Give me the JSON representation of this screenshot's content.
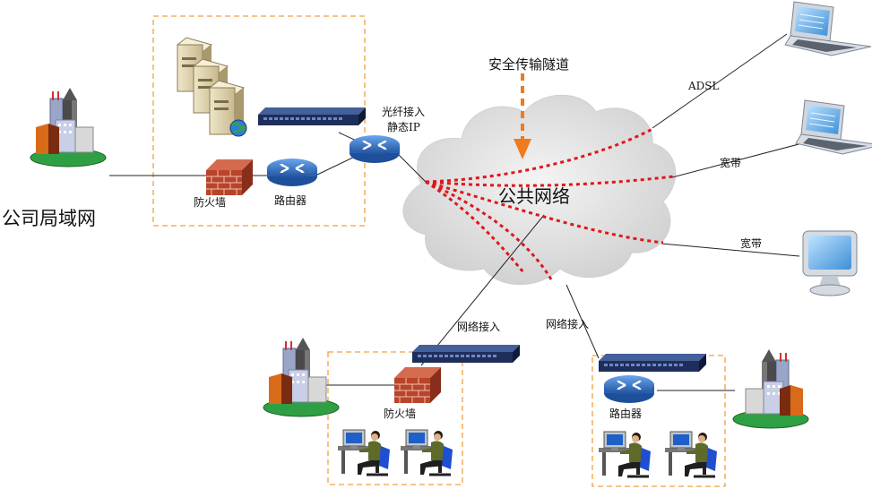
{
  "labels": {
    "tunnel": "安全传输隧道",
    "fiber_line1": "光纤接入",
    "fiber_line2": "静态IP",
    "lan": "公司局域网",
    "firewall_top": "防火墙",
    "router_top": "路由器",
    "public_net": "公共网络",
    "adsl": "ADSL",
    "broadband_1": "宽带",
    "broadband_2": "宽带",
    "net_access_left": "网络接入",
    "net_access_right": "网络接入",
    "firewall_bottom": "防火墙",
    "router_bottom": "路由器"
  },
  "colors": {
    "tunnel_line": "#e0161a",
    "arrow": "#f07a1e",
    "dashed_box": "#f0a040",
    "cloud": "#d8d8d8",
    "router": "#2f6fc0",
    "firewall": "#b04028",
    "switch": "#1e2e5a"
  },
  "icons": [
    "server-stack-icon",
    "switch-icon",
    "router-icon",
    "firewall-icon",
    "building-icon",
    "laptop-icon",
    "monitor-icon",
    "workstation-icon",
    "cloud-icon"
  ]
}
